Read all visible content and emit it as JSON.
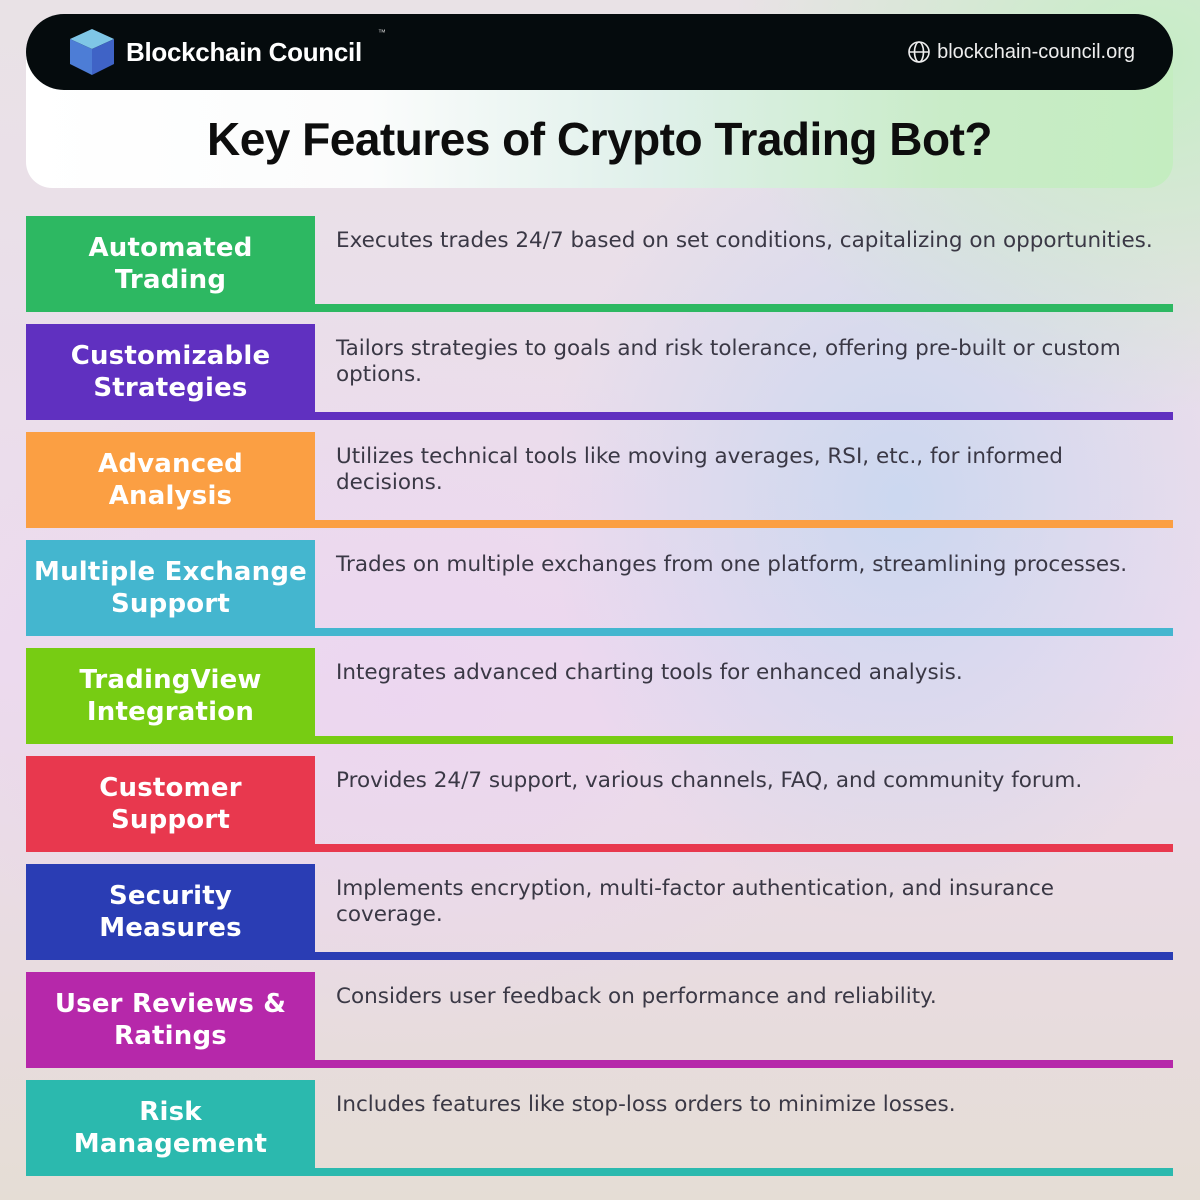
{
  "header": {
    "brand_name": "Blockchain Council",
    "trademark": "™",
    "website": "blockchain-council.org",
    "logo_icon": "cube-icon",
    "website_icon": "globe-icon"
  },
  "title": "Key Features of Crypto Trading Bot?",
  "colors": {
    "header_bg": "#050b0d",
    "text_desc": "#3a3845"
  },
  "features": [
    {
      "label": "Automated Trading",
      "label_lines": [
        "Automated",
        "Trading"
      ],
      "description": "Executes trades 24/7 based on set conditions, capitalizing on opportunities.",
      "color": "#2db862"
    },
    {
      "label": "Customizable Strategies",
      "label_lines": [
        "Customizable",
        "Strategies"
      ],
      "description": "Tailors strategies to goals and risk tolerance, offering pre-built or custom options.",
      "color": "#6030c0"
    },
    {
      "label": "Advanced Analysis",
      "label_lines": [
        "Advanced",
        "Analysis"
      ],
      "description": "Utilizes technical tools like moving averages, RSI, etc., for informed decisions.",
      "color": "#fb9f43"
    },
    {
      "label": "Multiple Exchange Support",
      "label_lines": [
        "Multiple Exchange",
        "Support"
      ],
      "description": "Trades on multiple exchanges from one platform, streamlining processes.",
      "color": "#44b6cf"
    },
    {
      "label": "TradingView Integration",
      "label_lines": [
        "TradingView",
        "Integration"
      ],
      "description": "Integrates advanced charting tools for enhanced analysis.",
      "color": "#77cc13"
    },
    {
      "label": "Customer Support",
      "label_lines": [
        "Customer",
        "Support"
      ],
      "description": "Provides 24/7 support, various channels, FAQ, and community forum.",
      "color": "#e8384e"
    },
    {
      "label": "Security Measures",
      "label_lines": [
        "Security",
        "Measures"
      ],
      "description": "Implements encryption, multi-factor authentication, and insurance coverage.",
      "color": "#2a3db4"
    },
    {
      "label": "User Reviews & Ratings",
      "label_lines": [
        "User Reviews &",
        "Ratings"
      ],
      "description": "Considers user feedback on performance and reliability.",
      "color": "#b628aa"
    },
    {
      "label": "Risk Management",
      "label_lines": [
        "Risk",
        "Management"
      ],
      "description": "Includes features like stop-loss orders to minimize losses.",
      "color": "#2bb9ae"
    }
  ]
}
